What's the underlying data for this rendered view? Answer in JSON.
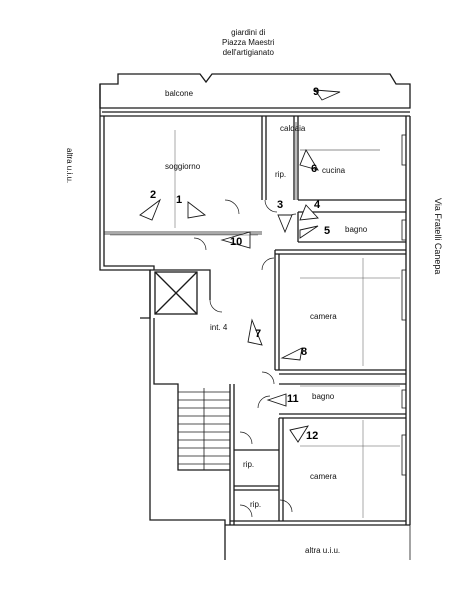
{
  "labels": {
    "top_note": [
      "giardini di",
      "Piazza Maestri",
      "dell'artigianato"
    ],
    "balcone": "balcone",
    "caldaia": "caldaia",
    "soggiorno": "soggiorno",
    "rip1": "rip.",
    "cucina": "cucina",
    "bagno1": "bagno",
    "camera1": "camera",
    "int4": "int. 4",
    "bagno2": "bagno",
    "rip2": "rip.",
    "camera2": "camera",
    "rip3": "rip.",
    "altra_left": "altra u.i.u.",
    "altra_bottom": "altra u.i.u.",
    "via": "Via Fratelli Canepa"
  },
  "view_numbers": [
    "1",
    "2",
    "3",
    "4",
    "5",
    "6",
    "7",
    "8",
    "9",
    "10",
    "11",
    "12"
  ],
  "colors": {
    "wall": "#1a1a1a",
    "line": "#333333"
  }
}
